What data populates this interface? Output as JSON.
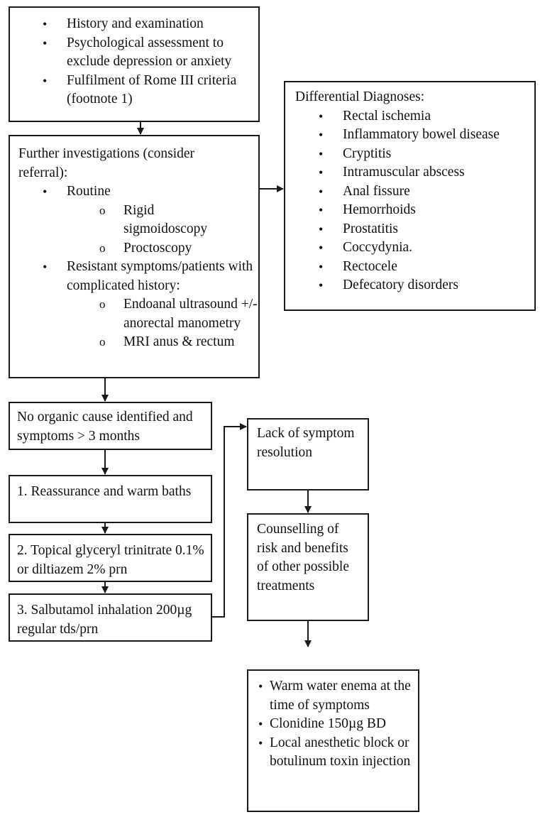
{
  "assessment": {
    "items": [
      "History and examination",
      "Psychological assessment to exclude depression or anxiety",
      "Fulfilment of Rome III criteria (footnote 1)"
    ]
  },
  "differential": {
    "title": "Differential Diagnoses:",
    "items": [
      "Rectal ischemia",
      "Inflammatory bowel disease",
      "Cryptitis",
      "Intramuscular abscess",
      "Anal fissure",
      "Hemorrhoids",
      "Prostatitis",
      "Coccydynia.",
      "Rectocele",
      "Defecatory disorders"
    ]
  },
  "investigations": {
    "title": "Further investigations (consider referral):",
    "routine": {
      "label": "Routine",
      "items": [
        "Rigid sigmoidoscopy",
        "Proctoscopy"
      ]
    },
    "resistant": {
      "label": "Resistant symptoms/patients with complicated history:",
      "items": [
        "Endoanal ultrasound +/- anorectal manometry",
        "MRI anus & rectum"
      ]
    }
  },
  "no_organic": {
    "text": "No organic cause identified and symptoms > 3 months"
  },
  "step1": {
    "text": "1. Reassurance and warm baths"
  },
  "step2": {
    "text": "2. Topical glyceryl trinitrate 0.1% or diltiazem 2% prn"
  },
  "step3": {
    "text": "3. Salbutamol inhalation 200µg regular tds/prn"
  },
  "lack": {
    "text": "Lack of symptom resolution"
  },
  "counselling": {
    "text": "Counselling of risk and benefits of other possible treatments"
  },
  "options": {
    "items": [
      "Warm water enema at the time of symptoms",
      "Clonidine 150µg BD",
      "Local anesthetic block or botulinum toxin injection"
    ]
  }
}
